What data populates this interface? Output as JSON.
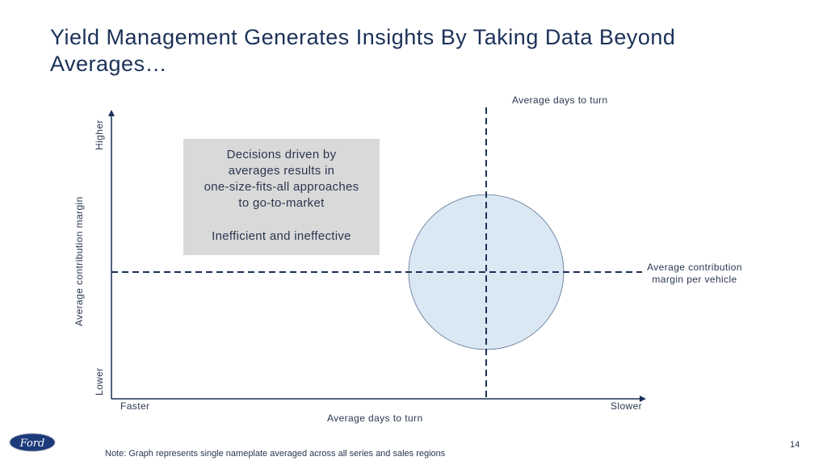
{
  "title": "Yield Management Generates Insights By Taking Data Beyond Averages…",
  "diagram": {
    "x_axis_label": "Average days to turn",
    "x_low": "Faster",
    "x_high": "Slower",
    "y_axis_label": "Average contribution margin",
    "y_low": "Lower",
    "y_high": "Higher",
    "vertical_line_label": "Average days to turn",
    "horizontal_line_label_1": "Average contribution",
    "horizontal_line_label_2": "margin per vehicle",
    "callout_lines": [
      "Decisions driven by",
      "averages results in",
      "one-size-fits-all approaches",
      "to go-to-market"
    ],
    "callout_conclusion": "Inefficient and ineffective",
    "circle_fill": "#dae8f3",
    "line_color": "#1b3158"
  },
  "footer": {
    "note": "Note:  Graph represents single nameplate averaged across all series and sales regions",
    "page": "14",
    "logo": "Ford"
  }
}
